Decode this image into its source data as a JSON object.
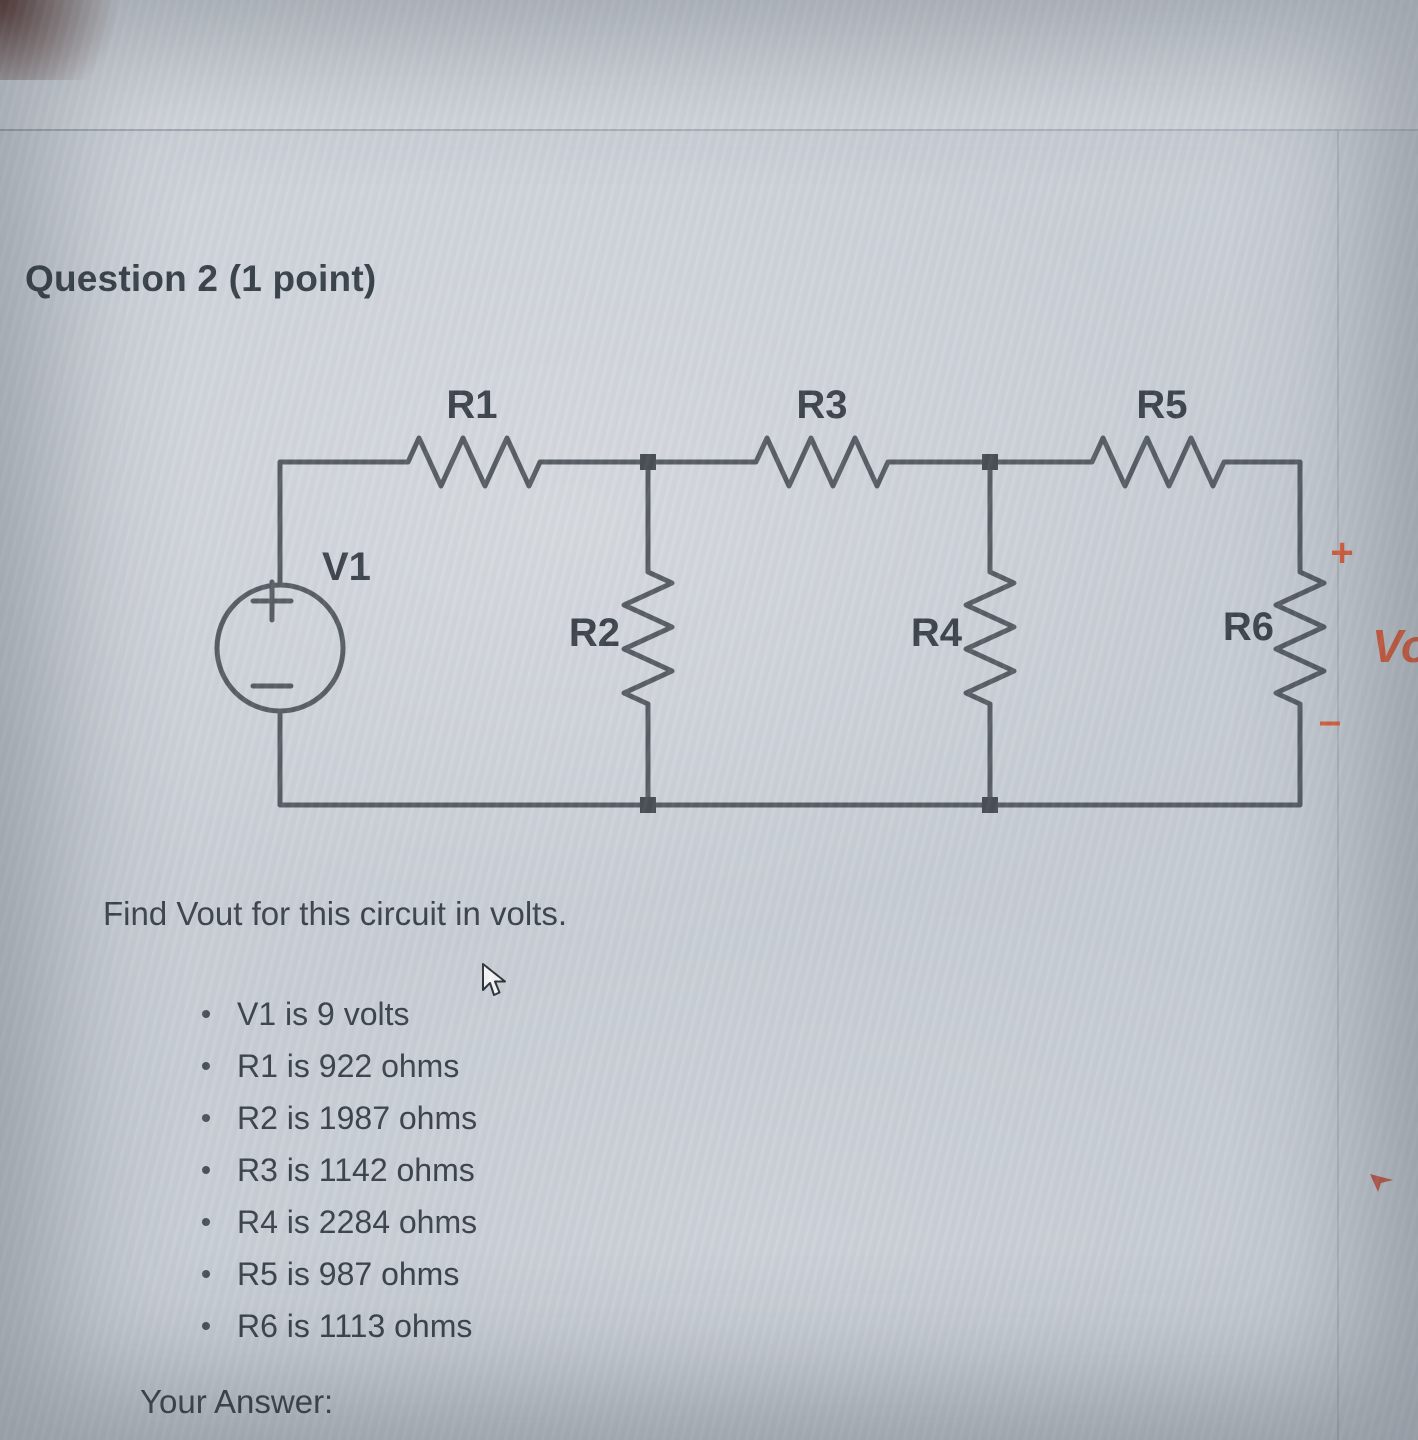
{
  "header": {
    "title": "Question 2 (1 point)"
  },
  "circuit": {
    "source_label": "V1",
    "labels": {
      "r1": "R1",
      "r2": "R2",
      "r3": "R3",
      "r4": "R4",
      "r5": "R5",
      "r6": "R6"
    },
    "vout": {
      "plus": "+",
      "minus": "–",
      "label": "Vo"
    },
    "colors": {
      "wire": "#575d63",
      "label_text": "#3d444c",
      "vout_accent": "#dc6140"
    }
  },
  "question": {
    "prompt": "Find Vout for this circuit in volts.",
    "bullets": [
      "V1 is 9 volts",
      "R1 is 922 ohms",
      "R2 is 1987 ohms",
      "R3 is 1142 ohms",
      "R4 is 2284 ohms",
      "R5 is 987 ohms",
      "R6 is 1113 ohms"
    ],
    "answer_label": "Your Answer:"
  }
}
